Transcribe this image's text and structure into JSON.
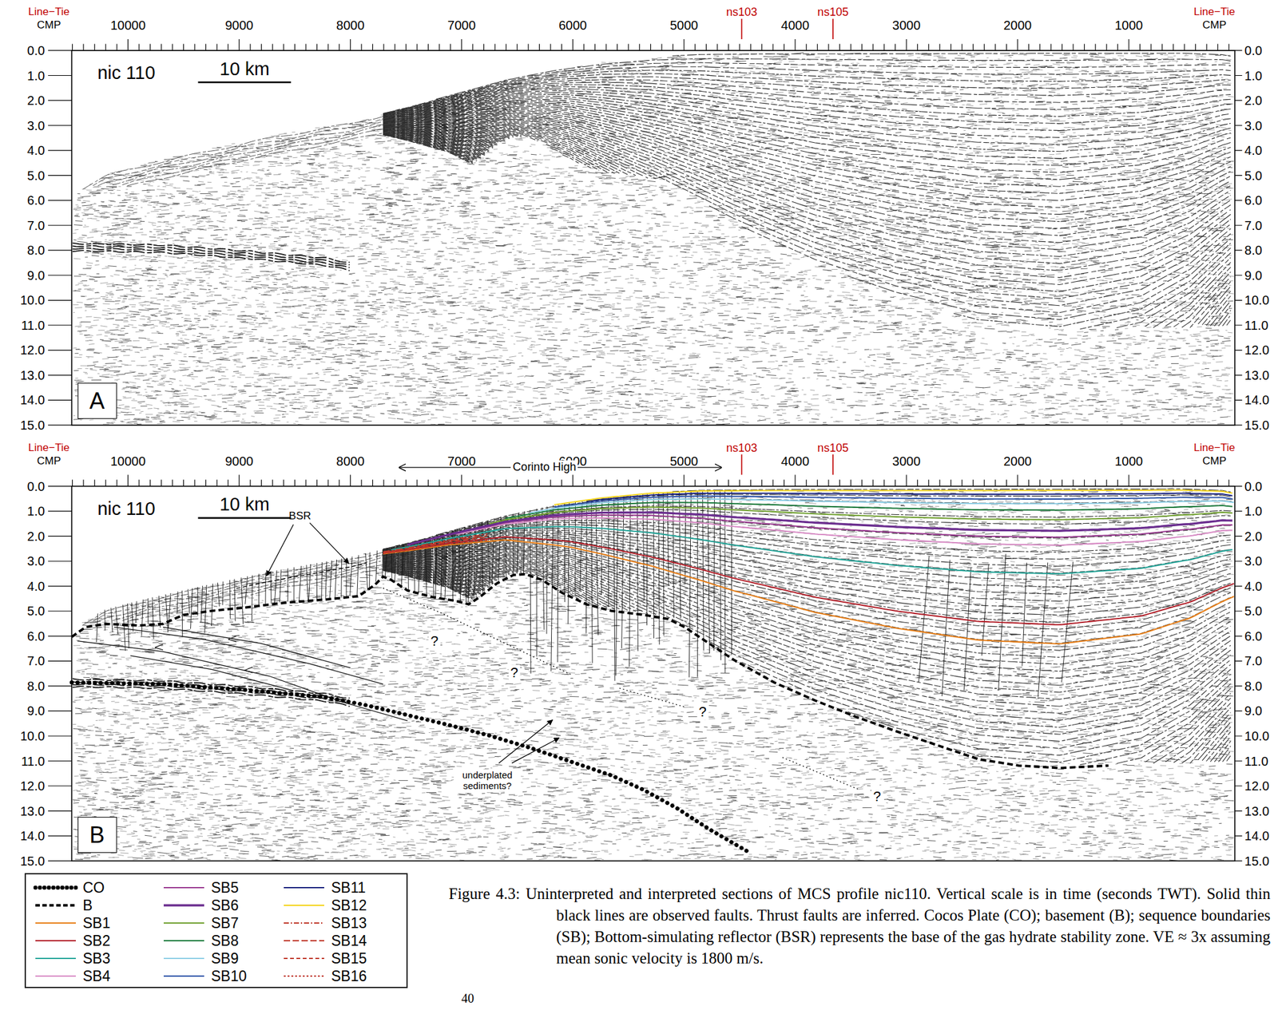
{
  "diagram": {
    "caption": "Figure 4.3: Uninterpreted and interpreted sections of MCS profile nic110. Vertical scale is in time (seconds TWT). Solid thin black lines are observed faults. Thrust faults are inferred. Cocos Plate (CO); basement (B); sequence boundaries (SB); Bottom-simulating reflector (BSR) represents the base of the gas hydrate stability zone. VE ≈ 3x assuming mean sonic velocity is 1800 m/s.",
    "nodes": [
      {
        "text": [
          "A"
        ]
      },
      {
        "text": [
          "B"
        ]
      }
    ],
    "labels": [
      "Line−Tie",
      "CMP",
      "10000",
      "9000",
      "8000",
      "7000",
      "6000",
      "5000",
      "4000",
      "3000",
      "2000",
      "1000",
      "ns103",
      "ns105",
      "Line−Tie",
      "CMP",
      "0.0",
      "1.0",
      "2.0",
      "3.0",
      "4.0",
      "5.0",
      "6.0",
      "7.0",
      "8.0",
      "9.0",
      "10.0",
      "11.0",
      "12.0",
      "13.0",
      "14.0",
      "15.0",
      "0.0",
      "1.0",
      "2.0",
      "3.0",
      "4.0",
      "5.0",
      "6.0",
      "7.0",
      "8.0",
      "9.0",
      "10.0",
      "11.0",
      "12.0",
      "13.0",
      "14.0",
      "15.0",
      "nic 110",
      "10 km",
      "Line−Tie",
      "CMP",
      "10000",
      "9000",
      "8000",
      "7000",
      "6000",
      "5000",
      "4000",
      "3000",
      "2000",
      "1000",
      "ns103",
      "ns105",
      "Line−Tie",
      "CMP",
      "0.0",
      "1.0",
      "2.0",
      "3.0",
      "4.0",
      "5.0",
      "6.0",
      "7.0",
      "8.0",
      "9.0",
      "10.0",
      "11.0",
      "12.0",
      "13.0",
      "14.0",
      "15.0",
      "0.0",
      "1.0",
      "2.0",
      "3.0",
      "4.0",
      "5.0",
      "6.0",
      "7.0",
      "8.0",
      "9.0",
      "10.0",
      "11.0",
      "12.0",
      "13.0",
      "14.0",
      "15.0",
      "nic 110",
      "10 km",
      "Corinto High",
      "BSR",
      "underplated sediments?",
      "?",
      "?",
      "?",
      "?",
      "40"
    ],
    "legend": [
      {
        "text": "CO"
      },
      {
        "text": "B"
      },
      {
        "text": "SB1"
      },
      {
        "text": "SB2"
      },
      {
        "text": "SB3"
      },
      {
        "text": "SB4"
      },
      {
        "text": "SB5"
      },
      {
        "text": "SB6"
      },
      {
        "text": "SB7"
      },
      {
        "text": "SB8"
      },
      {
        "text": "SB9"
      },
      {
        "text": "SB10"
      },
      {
        "text": "SB11"
      },
      {
        "text": "SB12"
      },
      {
        "text": "SB13"
      },
      {
        "text": "SB14"
      },
      {
        "text": "SB15"
      },
      {
        "text": "SB16"
      }
    ]
  }
}
